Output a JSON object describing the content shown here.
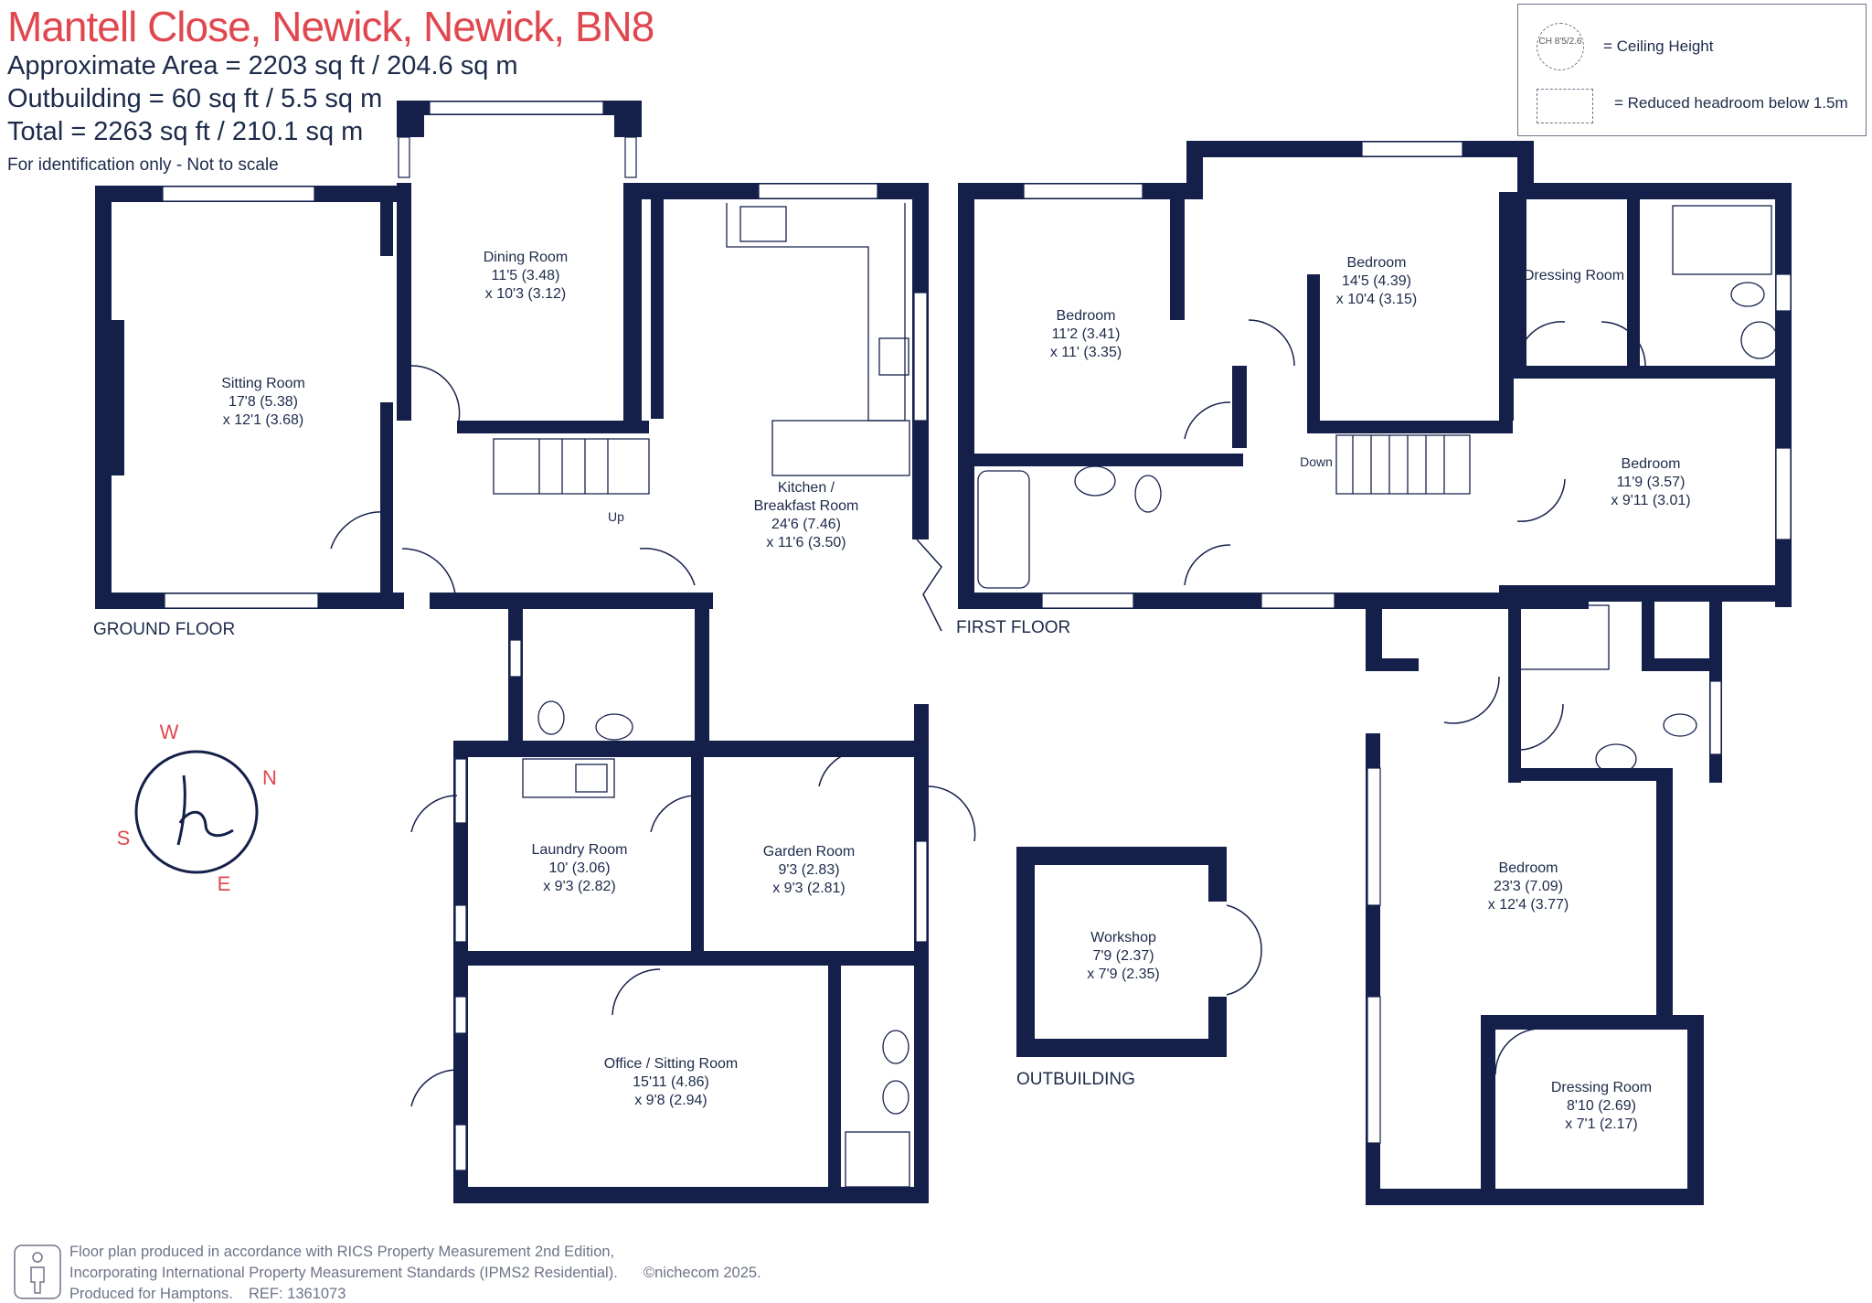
{
  "header": {
    "title": "Mantell Close, Newick, Newick, BN8",
    "approx_area": "Approximate Area = 2203 sq ft / 204.6 sq m",
    "outbuilding": "Outbuilding = 60 sq ft / 5.5 sq m",
    "total": "Total = 2263 sq ft / 210.1 sq m",
    "note": "For identification only - Not to scale"
  },
  "legend": {
    "ceiling_icon_text": "CH 8'5/2.6",
    "ceiling_label": "= Ceiling Height",
    "reduced_label": "= Reduced headroom below 1.5m"
  },
  "floors": {
    "ground": "GROUND FLOOR",
    "first": "FIRST FLOOR",
    "outbuilding": "OUTBUILDING"
  },
  "rooms": {
    "sitting_room": {
      "name": "Sitting Room",
      "dim1": "17'8 (5.38)",
      "dim2": "x 12'1 (3.68)"
    },
    "dining_room": {
      "name": "Dining Room",
      "dim1": "11'5 (3.48)",
      "dim2": "x 10'3 (3.12)"
    },
    "kitchen": {
      "name1": "Kitchen /",
      "name2": "Breakfast Room",
      "dim1": "24'6 (7.46)",
      "dim2": "x 11'6 (3.50)"
    },
    "laundry": {
      "name": "Laundry Room",
      "dim1": "10' (3.06)",
      "dim2": "x 9'3 (2.82)"
    },
    "garden": {
      "name": "Garden Room",
      "dim1": "9'3 (2.83)",
      "dim2": "x 9'3 (2.81)"
    },
    "office": {
      "name": "Office / Sitting Room",
      "dim1": "15'11 (4.86)",
      "dim2": "x 9'8 (2.94)"
    },
    "workshop": {
      "name": "Workshop",
      "dim1": "7'9 (2.37)",
      "dim2": "x 7'9 (2.35)"
    },
    "bedroom1": {
      "name": "Bedroom",
      "dim1": "11'2 (3.41)",
      "dim2": "x 11' (3.35)"
    },
    "bedroom2": {
      "name": "Bedroom",
      "dim1": "14'5 (4.39)",
      "dim2": "x 10'4 (3.15)"
    },
    "dressing1": {
      "name": "Dressing Room"
    },
    "bedroom3": {
      "name": "Bedroom",
      "dim1": "11'9 (3.57)",
      "dim2": "x 9'11 (3.01)"
    },
    "bedroom4": {
      "name": "Bedroom",
      "dim1": "23'3 (7.09)",
      "dim2": "x 12'4 (3.77)"
    },
    "dressing2": {
      "name": "Dressing Room",
      "dim1": "8'10 (2.69)",
      "dim2": "x 7'1 (2.17)"
    }
  },
  "stairs": {
    "up": "Up",
    "down": "Down"
  },
  "compass": {
    "n": "N",
    "e": "E",
    "s": "S",
    "w": "W"
  },
  "footer": {
    "line1": "Floor plan produced in accordance with RICS Property Measurement 2nd Edition,",
    "line2": "Incorporating International Property Measurement Standards (IPMS2 Residential).",
    "copyright": "©nichecom 2025.",
    "line3": "Produced for Hamptons.",
    "ref": "REF:  1361073"
  },
  "colors": {
    "wall": "#14204a",
    "title": "#e0474f",
    "text": "#1d2a4a",
    "muted": "#6e7488"
  }
}
